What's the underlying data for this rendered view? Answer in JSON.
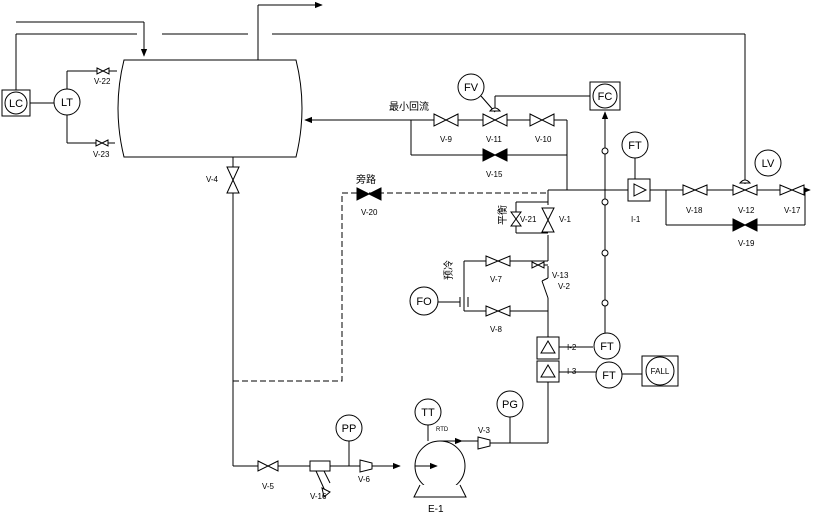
{
  "valves": {
    "v1": "V-1",
    "v2": "V-2",
    "v3": "V-3",
    "v4": "V-4",
    "v5": "V-5",
    "v6": "V-6",
    "v7": "V-7",
    "v8": "V-8",
    "v9": "V-9",
    "v10": "V-10",
    "v11": "V-11",
    "v12": "V-12",
    "v13": "V-13",
    "v15": "V-15",
    "v16": "V-16",
    "v17": "V-17",
    "v18": "V-18",
    "v19": "V-19",
    "v20": "V-20",
    "v21": "V-21",
    "v22": "V-22",
    "v23": "V-23"
  },
  "instruments": {
    "lc": "LC",
    "lt": "LT",
    "fv": "FV",
    "fc": "FC",
    "ft_top": "FT",
    "lv": "LV",
    "fo": "FO",
    "ft2": "FT",
    "ft3": "FT",
    "fall": "FALL",
    "tt": "TT",
    "pg": "PG",
    "pp": "PP"
  },
  "indicators": {
    "i1": "I-1",
    "i2": "I-2",
    "i3": "I-3"
  },
  "notes": {
    "min_return": "最小回流",
    "bypass": "旁路",
    "balance": "平衡",
    "pre_cool": "预冷",
    "rtd": "RTD"
  },
  "equipment": {
    "pump": "E-1"
  }
}
